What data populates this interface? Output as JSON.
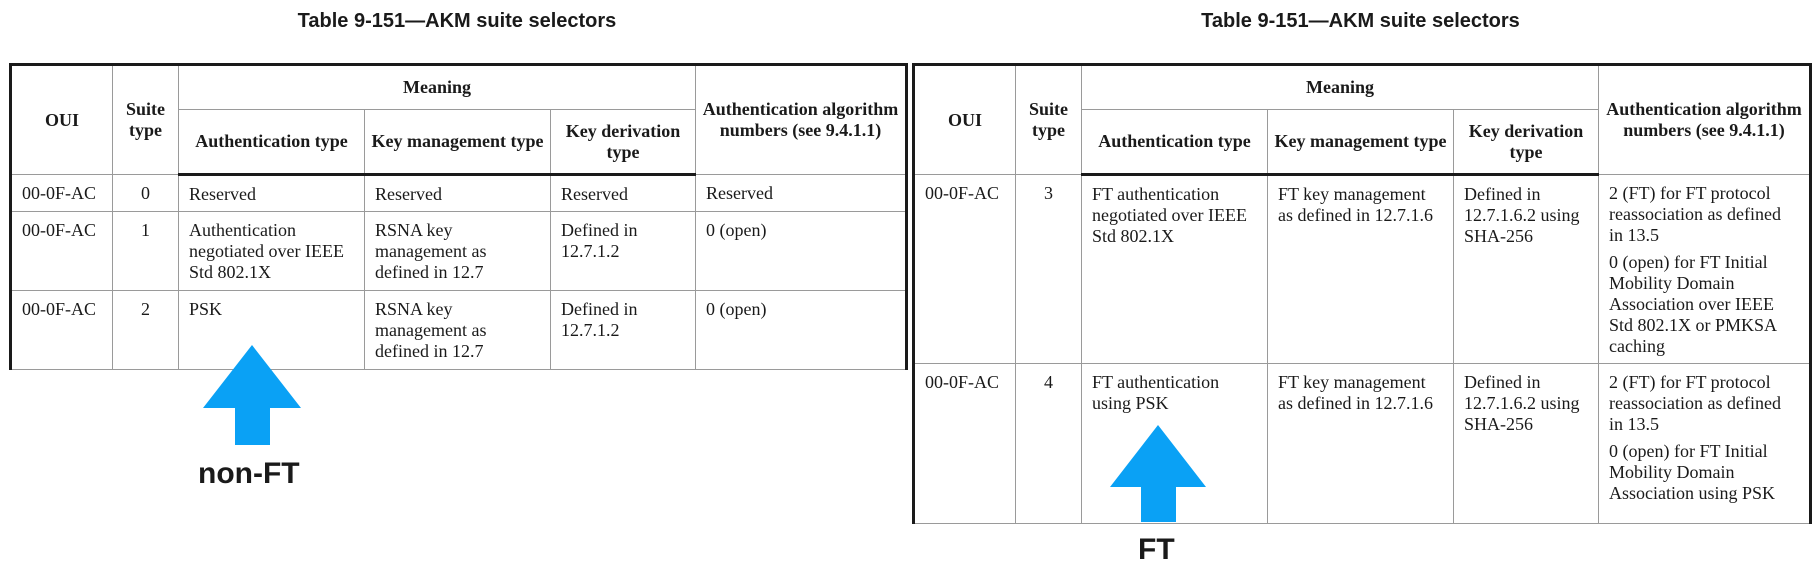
{
  "left": {
    "title": "Table 9-151—AKM suite selectors",
    "headers": {
      "oui": "OUI",
      "suite_type": "Suite type",
      "meaning": "Meaning",
      "auth_type": "Authentication type",
      "key_mgmt": "Key management type",
      "key_deriv": "Key derivation type",
      "auth_alg": "Authentication algorithm numbers (see 9.4.1.1)"
    },
    "rows": [
      {
        "oui": "00-0F-AC",
        "suite": "0",
        "auth": "Reserved",
        "key_mgmt": "Reserved",
        "key_deriv": "Reserved",
        "alg": [
          "Reserved"
        ]
      },
      {
        "oui": "00-0F-AC",
        "suite": "1",
        "auth": "Authentication negotiated over IEEE Std 802.1X",
        "key_mgmt": "RSNA key management as defined in 12.7",
        "key_deriv": "Defined in 12.7.1.2",
        "alg": [
          "0 (open)"
        ]
      },
      {
        "oui": "00-0F-AC",
        "suite": "2",
        "auth": "PSK",
        "key_mgmt": "RSNA key management as defined in 12.7",
        "key_deriv": "Defined in 12.7.1.2",
        "alg": [
          "0 (open)"
        ]
      }
    ],
    "annotation": {
      "label": "non-FT",
      "color": "#0aa1f5"
    }
  },
  "right": {
    "title": "Table 9-151—AKM suite selectors",
    "headers": {
      "oui": "OUI",
      "suite_type": "Suite type",
      "meaning": "Meaning",
      "auth_type": "Authentication type",
      "key_mgmt": "Key management type",
      "key_deriv": "Key derivation type",
      "auth_alg": "Authentication algorithm numbers (see 9.4.1.1)"
    },
    "rows": [
      {
        "oui": "00-0F-AC",
        "suite": "3",
        "auth": "FT authentication negotiated over IEEE Std 802.1X",
        "key_mgmt": "FT key management as defined in 12.7.1.6",
        "key_deriv": "Defined in 12.7.1.6.2 using SHA-256",
        "alg": [
          "2 (FT) for FT protocol reassociation as defined in 13.5",
          "0 (open) for FT Initial Mobility Domain Association over IEEE Std 802.1X or PMKSA caching"
        ]
      },
      {
        "oui": "00-0F-AC",
        "suite": "4",
        "auth": "FT authentication using PSK",
        "key_mgmt": "FT key management as defined in 12.7.1.6",
        "key_deriv": "Defined in 12.7.1.6.2 using SHA-256",
        "alg": [
          "2 (FT) for FT protocol reassociation as defined in 13.5",
          "0 (open) for FT Initial Mobility Domain Association using PSK"
        ]
      }
    ],
    "annotation": {
      "label": "FT",
      "color": "#0aa1f5"
    }
  }
}
